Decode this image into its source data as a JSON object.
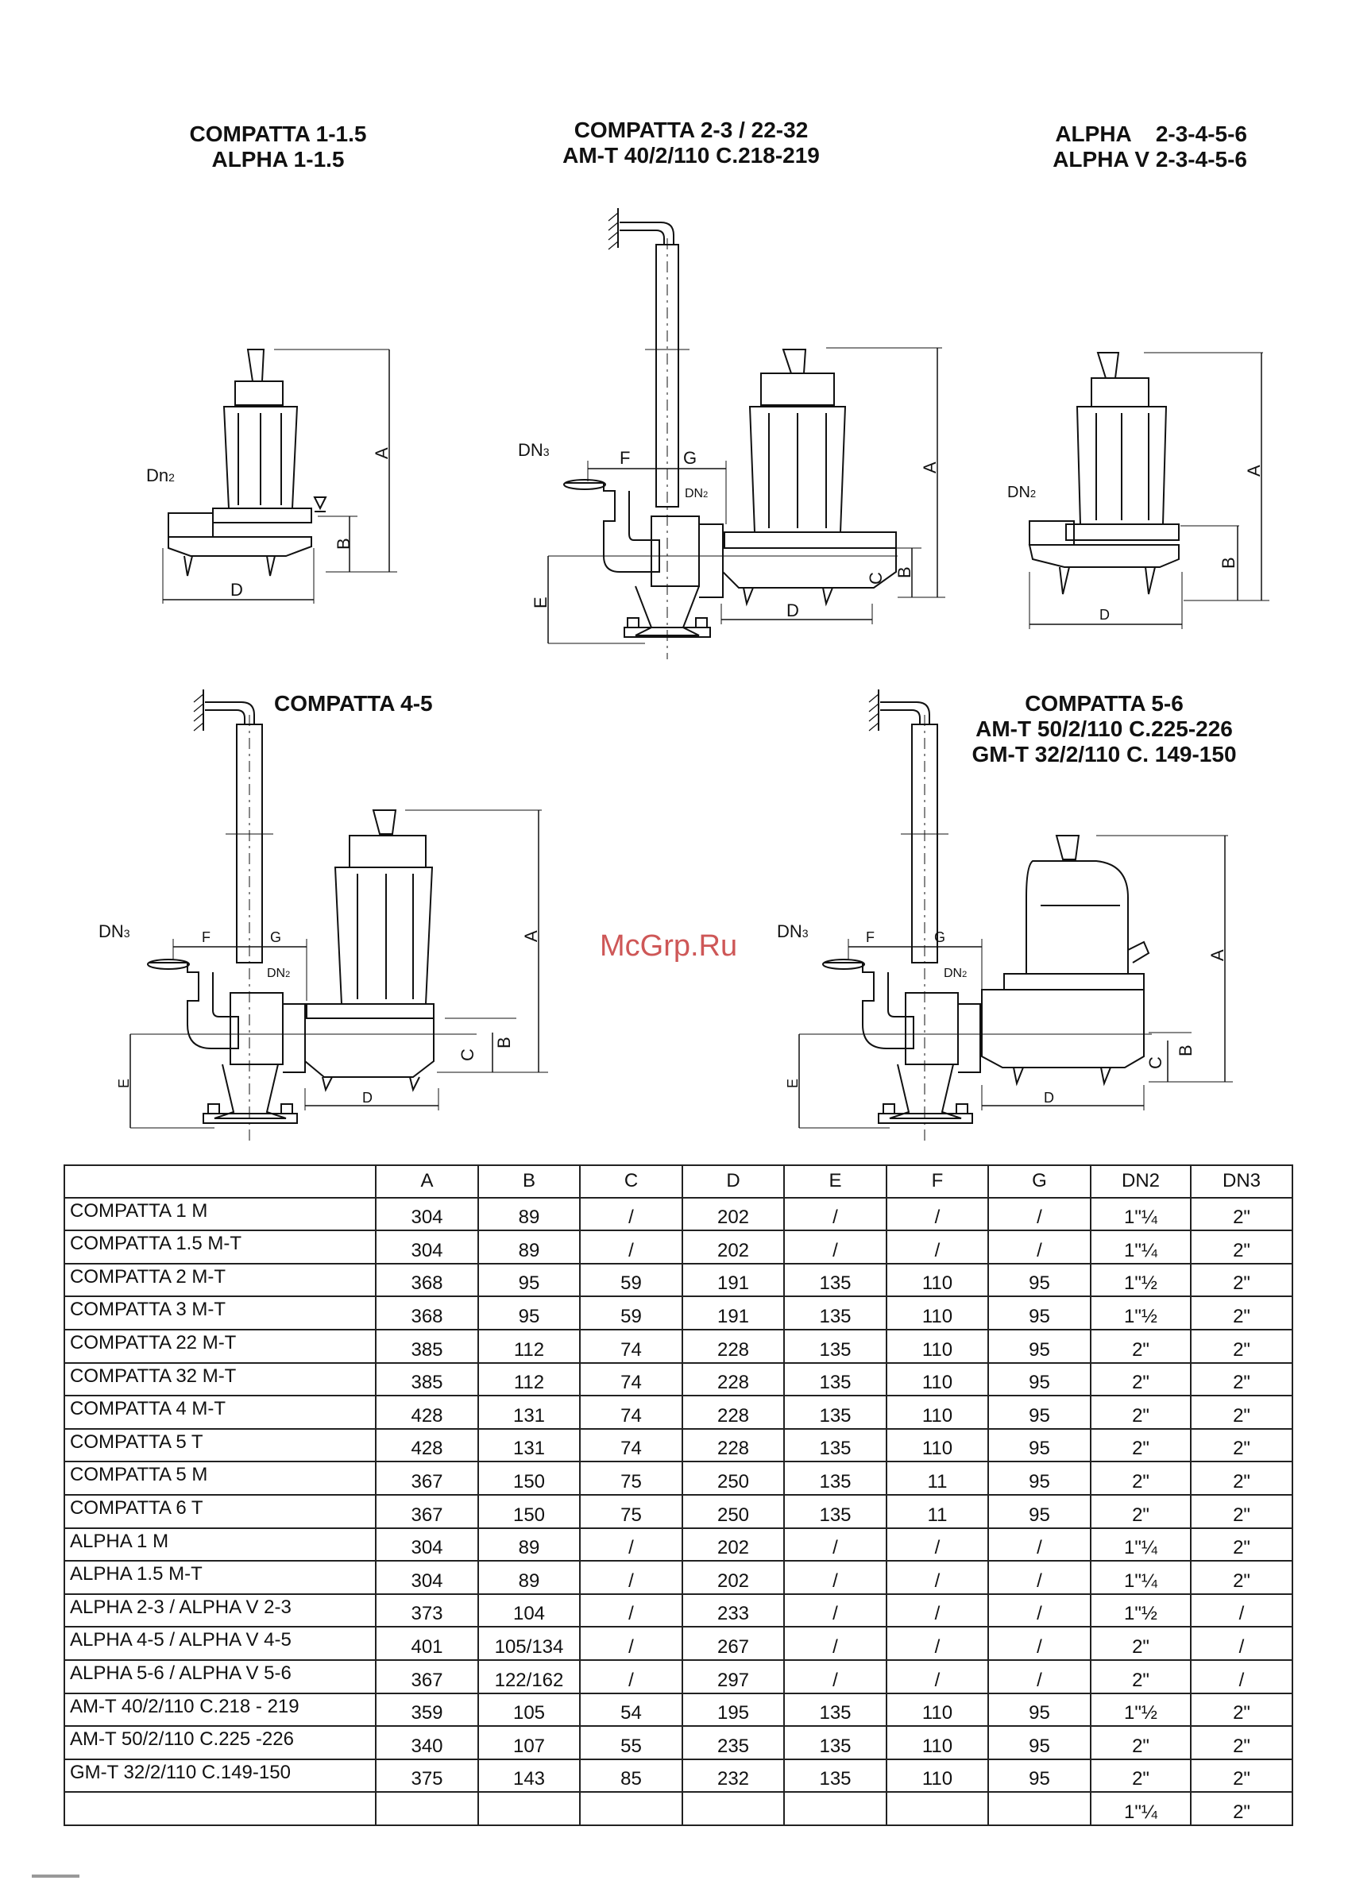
{
  "titles": {
    "t1": [
      "COMPATTA 1-1.5",
      "ALPHA 1-1.5"
    ],
    "t2": [
      "COMPATTA 2-3 / 22-32",
      "AM-T 40/2/110 C.218-219"
    ],
    "t3": [
      "ALPHA    2-3-4-5-6",
      "ALPHA V 2-3-4-5-6"
    ],
    "t4": [
      "COMPATTA 4-5"
    ],
    "t5": [
      "COMPATTA 5-6",
      "AM-T 50/2/110 C.225-226",
      "GM-T 32/2/110 C. 149-150"
    ]
  },
  "labels": {
    "A": "A",
    "B": "B",
    "C": "C",
    "D": "D",
    "E": "E",
    "F": "F",
    "G": "G",
    "Dn2": "Dn",
    "DN2": "DN",
    "DN3": "DN",
    "sub2": "2",
    "sub3": "3"
  },
  "watermark": "McGrp.Ru",
  "table": {
    "headers": [
      "",
      "A",
      "B",
      "C",
      "D",
      "E",
      "F",
      "G",
      "DN2",
      "DN3"
    ],
    "rows": [
      [
        "COMPATTA 1 M",
        "304",
        "89",
        "/",
        "202",
        "/",
        "/",
        "/",
        "1\"¼",
        "2\""
      ],
      [
        "COMPATTA 1.5 M-T",
        "304",
        "89",
        "/",
        "202",
        "/",
        "/",
        "/",
        "1\"¼",
        "2\""
      ],
      [
        "COMPATTA 2 M-T",
        "368",
        "95",
        "59",
        "191",
        "135",
        "110",
        "95",
        "1\"½",
        "2\""
      ],
      [
        "COMPATTA 3 M-T",
        "368",
        "95",
        "59",
        "191",
        "135",
        "110",
        "95",
        "1\"½",
        "2\""
      ],
      [
        "COMPATTA 22 M-T",
        "385",
        "112",
        "74",
        "228",
        "135",
        "110",
        "95",
        "2\"",
        "2\""
      ],
      [
        "COMPATTA 32 M-T",
        "385",
        "112",
        "74",
        "228",
        "135",
        "110",
        "95",
        "2\"",
        "2\""
      ],
      [
        "COMPATTA 4 M-T",
        "428",
        "131",
        "74",
        "228",
        "135",
        "110",
        "95",
        "2\"",
        "2\""
      ],
      [
        "COMPATTA 5 T",
        "428",
        "131",
        "74",
        "228",
        "135",
        "110",
        "95",
        "2\"",
        "2\""
      ],
      [
        "COMPATTA 5 M",
        "367",
        "150",
        "75",
        "250",
        "135",
        "11",
        "95",
        "2\"",
        "2\""
      ],
      [
        "COMPATTA 6 T",
        "367",
        "150",
        "75",
        "250",
        "135",
        "11",
        "95",
        "2\"",
        "2\""
      ],
      [
        "ALPHA 1 M",
        "304",
        "89",
        "/",
        "202",
        "/",
        "/",
        "/",
        "1\"¼",
        "2\""
      ],
      [
        "ALPHA 1.5 M-T",
        "304",
        "89",
        "/",
        "202",
        "/",
        "/",
        "/",
        "1\"¼",
        "2\""
      ],
      [
        "ALPHA 2-3 / ALPHA V 2-3",
        "373",
        "104",
        "/",
        "233",
        "/",
        "/",
        "/",
        "1\"½",
        "/"
      ],
      [
        "ALPHA 4-5 / ALPHA V 4-5",
        "401",
        "105/134",
        "/",
        "267",
        "/",
        "/",
        "/",
        "2\"",
        "/"
      ],
      [
        "ALPHA 5-6 / ALPHA V 5-6",
        "367",
        "122/162",
        "/",
        "297",
        "/",
        "/",
        "/",
        "2\"",
        "/"
      ],
      [
        "AM-T 40/2/110 C.218 - 219",
        "359",
        "105",
        "54",
        "195",
        "135",
        "110",
        "95",
        "1\"½",
        "2\""
      ],
      [
        "AM-T 50/2/110 C.225 -226",
        "340",
        "107",
        "55",
        "235",
        "135",
        "110",
        "95",
        "2\"",
        "2\""
      ],
      [
        "GM-T 32/2/110 C.149-150",
        "375",
        "143",
        "85",
        "232",
        "135",
        "110",
        "95",
        "2\"",
        "2\""
      ],
      [
        "",
        "",
        "",
        "",
        "",
        "",
        "",
        "",
        "1\"¼",
        "2\""
      ]
    ]
  }
}
